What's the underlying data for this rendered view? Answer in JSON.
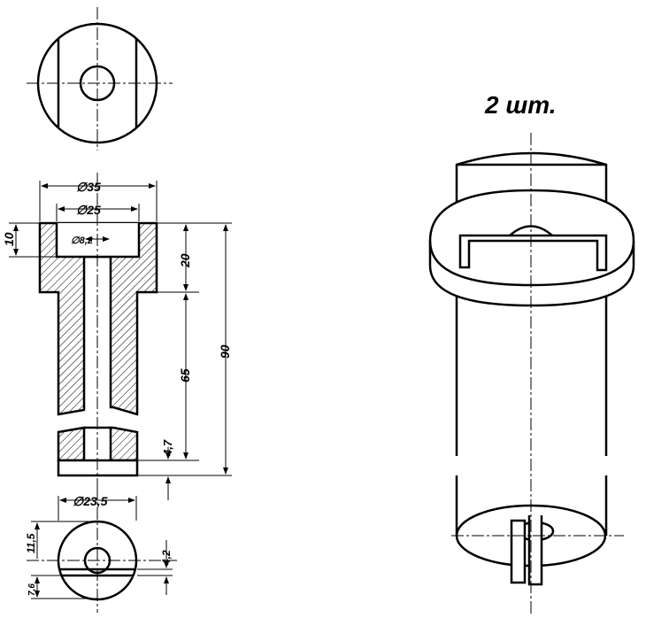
{
  "drawing": {
    "quantity": "2 шт.",
    "dimensions": {
      "outer_diameter": "∅35",
      "inner_diameter": "∅25",
      "bore_diameter": "∅8,2",
      "cap_depth": "10",
      "head_height": "20",
      "stem_length": "65",
      "total_length": "90",
      "bottom_plate": "4,7",
      "tip_diameter": "∅23,5",
      "tip_upper_offset": "11,5",
      "tip_lower_offset": "7,6",
      "slot_width": "4,2"
    }
  }
}
